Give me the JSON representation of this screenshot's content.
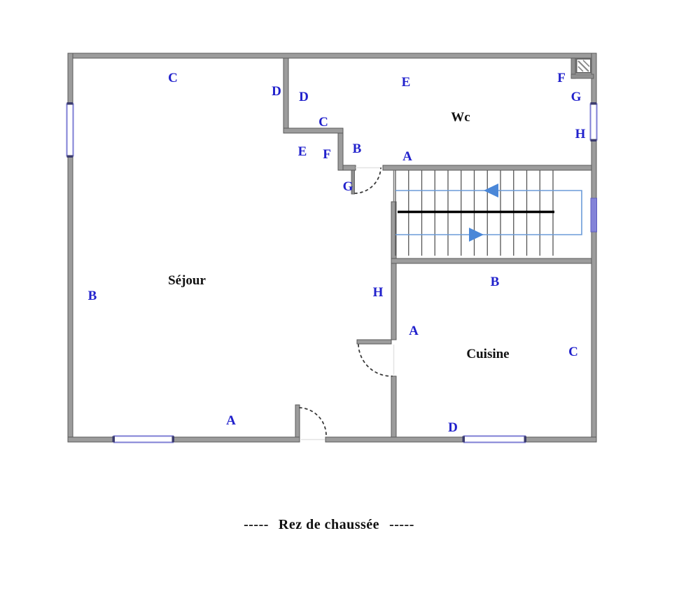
{
  "drawing_title": "Rez de chaussée",
  "caption": {
    "left_dashes": "-----",
    "text": "Rez de chaussée",
    "right_dashes": "-----"
  },
  "rooms": {
    "sejour": "Séjour",
    "wc": "Wc",
    "cuisine": "Cuisine"
  },
  "wall_labels": [
    {
      "room": "sejour",
      "letter": "C"
    },
    {
      "room": "sejour",
      "letter": "D"
    },
    {
      "room": "wc",
      "letter": "D"
    },
    {
      "room": "wc",
      "letter": "C"
    },
    {
      "room": "sejour",
      "letter": "E"
    },
    {
      "room": "sejour",
      "letter": "F"
    },
    {
      "room": "wc",
      "letter": "B"
    },
    {
      "room": "sejour",
      "letter": "G"
    },
    {
      "room": "wc",
      "letter": "E"
    },
    {
      "room": "wc",
      "letter": "A"
    },
    {
      "room": "wc",
      "letter": "F"
    },
    {
      "room": "wc",
      "letter": "G"
    },
    {
      "room": "wc",
      "letter": "H"
    },
    {
      "room": "sejour",
      "letter": "B"
    },
    {
      "room": "sejour",
      "letter": "H"
    },
    {
      "room": "cuisine",
      "letter": "A"
    },
    {
      "room": "cuisine",
      "letter": "B"
    },
    {
      "room": "cuisine",
      "letter": "C"
    },
    {
      "room": "cuisine",
      "letter": "D"
    },
    {
      "room": "sejour",
      "letter": "A"
    }
  ],
  "colors": {
    "wall_gray": "#9c9c9c",
    "wall_edge": "#5a5a5a",
    "label_blue": "#2121cc",
    "window_blue": "#7f7fd5",
    "window_solid_blue": "#8383d8",
    "stair_route_blue": "#6b9bd8",
    "stair_arrow_blue": "#4a87d8",
    "text_black": "#111111"
  }
}
